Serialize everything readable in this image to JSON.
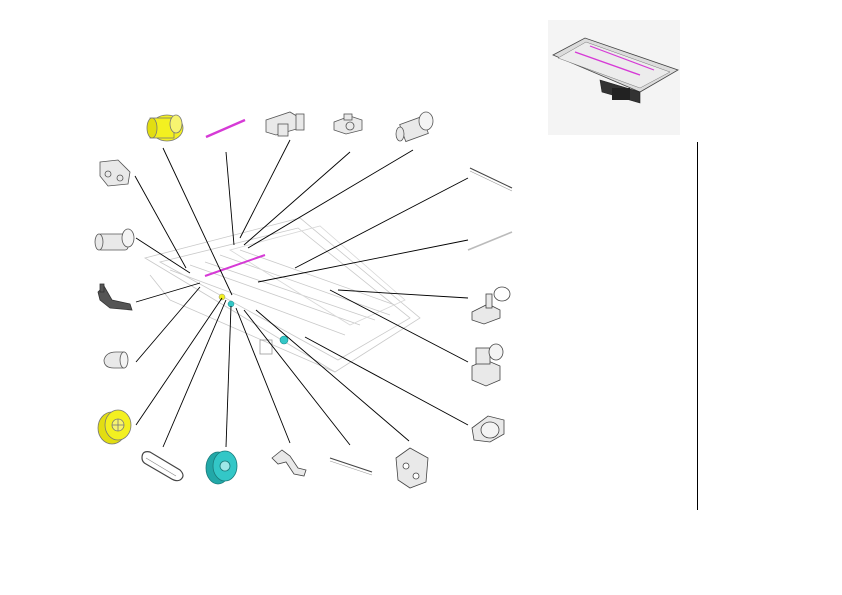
{
  "diagram": {
    "kind": "exploded-parts-view",
    "palette": {
      "line": "#000000",
      "part_outline": "#555555",
      "part_fill": "#e9e9e9",
      "yellow_part": "#f3f020",
      "magenta_part": "#d63ad6",
      "cyan_part": "#33c7c7",
      "frame_ghost": "#c9c9c9"
    },
    "thumbnail": {
      "icon": "printer-transport-unit-thumbnail"
    },
    "parts": [
      {
        "id": "yellow-roller",
        "icon": "yellow-roller-icon"
      },
      {
        "id": "magenta-shaft",
        "icon": "magenta-shaft-icon"
      },
      {
        "id": "top-bracket",
        "icon": "bracket-icon"
      },
      {
        "id": "top-bushing",
        "icon": "bushing-icon"
      },
      {
        "id": "top-cylinder",
        "icon": "cylinder-icon"
      },
      {
        "id": "left-holder",
        "icon": "holder-icon"
      },
      {
        "id": "left-cylinder",
        "icon": "cylinder-icon"
      },
      {
        "id": "left-lever",
        "icon": "lever-icon"
      },
      {
        "id": "left-pipe",
        "icon": "pipe-icon"
      },
      {
        "id": "yellow-gear",
        "icon": "yellow-gear-icon"
      },
      {
        "id": "drive-belt",
        "icon": "belt-icon"
      },
      {
        "id": "cyan-gear",
        "icon": "cyan-gear-icon"
      },
      {
        "id": "bottom-lever",
        "icon": "lever-icon"
      },
      {
        "id": "bottom-rail",
        "icon": "rail-icon"
      },
      {
        "id": "side-plate",
        "icon": "plate-icon"
      },
      {
        "id": "right-rail",
        "icon": "rail-icon"
      },
      {
        "id": "right-rod",
        "icon": "rod-icon"
      },
      {
        "id": "ring-bracket",
        "icon": "ring-bracket-icon"
      },
      {
        "id": "right-block",
        "icon": "block-icon"
      },
      {
        "id": "right-housing",
        "icon": "housing-icon"
      }
    ]
  }
}
